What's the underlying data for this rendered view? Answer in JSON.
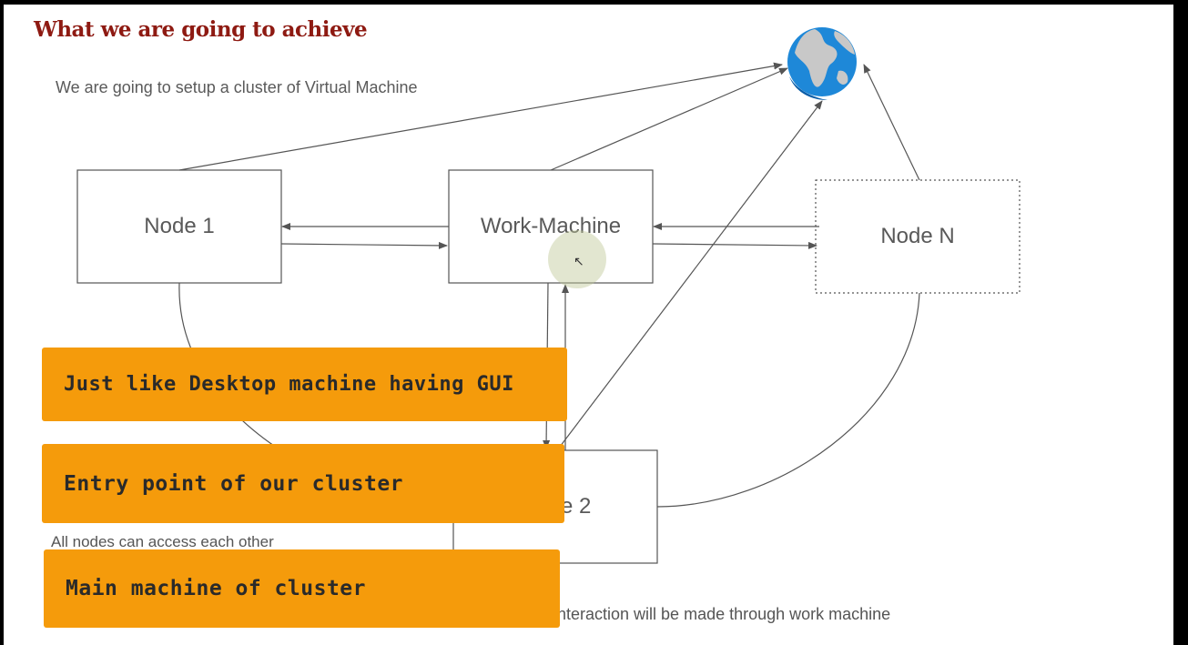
{
  "slide": {
    "title": "What we are going to achieve",
    "subtitle": "We are going to setup a cluster of Virtual Machine"
  },
  "nodes": {
    "node1": "Node 1",
    "work_machine": "Work-Machine",
    "node_n": "Node N",
    "node2_visible": "e 2"
  },
  "notes": {
    "access": "All nodes can access each other",
    "interaction": "nteraction will be made through work machine"
  },
  "banners": {
    "gui": "Just like Desktop machine having GUI",
    "entry": "Entry point of our cluster",
    "main": "Main machine of cluster"
  },
  "colors": {
    "title": "#8e1a12",
    "banner": "#f59b0b",
    "line": "#5a5a5a"
  },
  "icons": [
    "globe-icon",
    "cursor-icon"
  ]
}
